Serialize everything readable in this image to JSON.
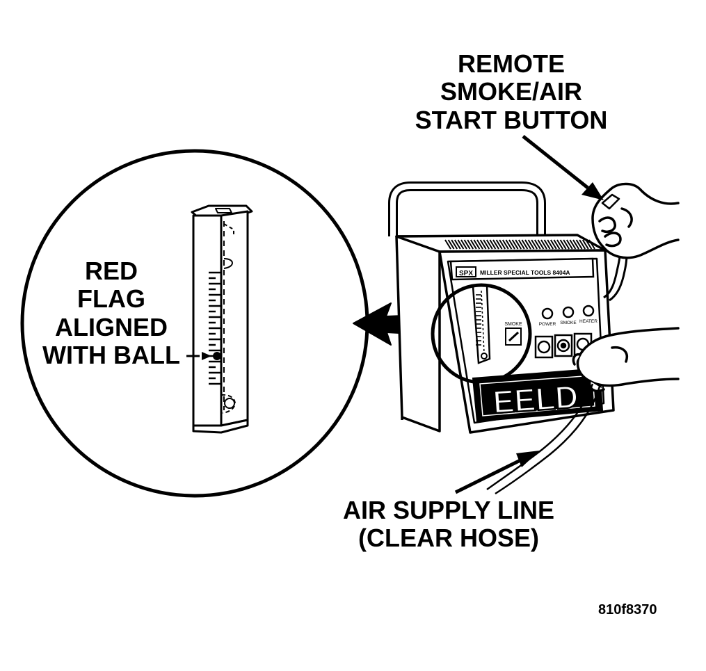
{
  "labels": {
    "remote_button": [
      "REMOTE",
      "SMOKE/AIR",
      "START BUTTON"
    ],
    "red_flag": [
      "RED",
      "FLAG",
      "ALIGNED",
      "WITH BALL"
    ],
    "air_supply": [
      "AIR SUPPLY LINE",
      "(CLEAR HOSE)"
    ]
  },
  "device": {
    "brand_badge": "SPX",
    "brand_text": "MILLER SPECIAL TOOLS 8404A",
    "logo": "EELD",
    "control_labels": [
      "SMOKE",
      "POWER",
      "SMOKE",
      "HEATER"
    ]
  },
  "figure_id": "810f8370",
  "icons": [
    "smoke-machine-illustration",
    "flowmeter-tube-illustration",
    "hand-illustration",
    "arrow-icon"
  ]
}
